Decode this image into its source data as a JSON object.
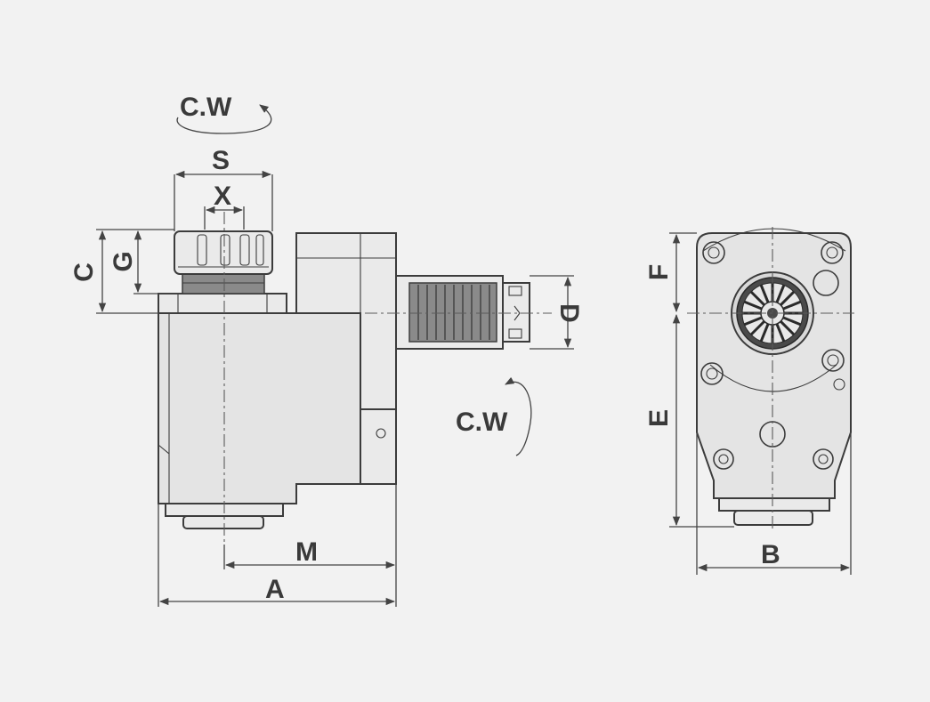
{
  "labels": {
    "cw_top": "C.W",
    "cw_right": "C.W",
    "s": "S",
    "x": "X",
    "c": "C",
    "g": "G",
    "d": "D",
    "m": "M",
    "a": "A",
    "f": "F",
    "e": "E",
    "b": "B"
  },
  "colors": {
    "background": "#f2f2f2",
    "body": "#e4e4e4",
    "outline": "#3c3c3c",
    "text": "#3a3a3a"
  }
}
